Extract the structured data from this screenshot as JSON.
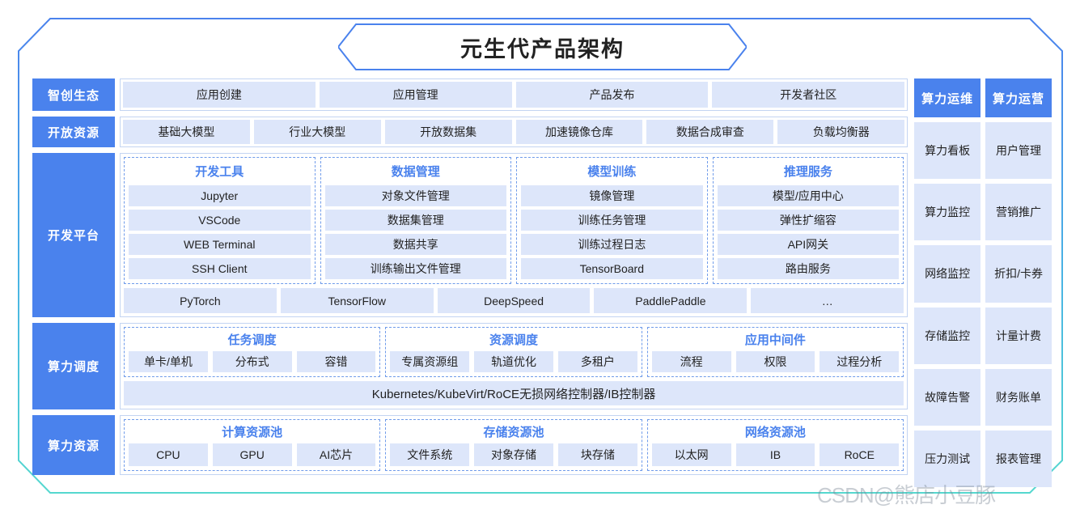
{
  "title": "元生代产品架构",
  "watermark": "CSDN@熊店小豆豚",
  "colors": {
    "accent_blue": "#4a82ed",
    "cell_fill": "#dde6fa",
    "cell_border": "#c3d4f2",
    "frame_top": "#4a82ed",
    "frame_bottom": "#55d8cf"
  },
  "rows": {
    "ecosystem": {
      "label": "智创生态",
      "items": [
        "应用创建",
        "应用管理",
        "产品发布",
        "开发者社区"
      ]
    },
    "open_resource": {
      "label": "开放资源",
      "items": [
        "基础大模型",
        "行业大模型",
        "开放数据集",
        "加速镜像仓库",
        "数据合成审查",
        "负载均衡器"
      ]
    },
    "dev_platform": {
      "label": "开发平台",
      "groups": [
        {
          "title": "开发工具",
          "items": [
            "Jupyter",
            "VSCode",
            "WEB Terminal",
            "SSH Client"
          ]
        },
        {
          "title": "数据管理",
          "items": [
            "对象文件管理",
            "数据集管理",
            "数据共享",
            "训练输出文件管理"
          ]
        },
        {
          "title": "模型训练",
          "items": [
            "镜像管理",
            "训练任务管理",
            "训练过程日志",
            "TensorBoard"
          ]
        },
        {
          "title": "推理服务",
          "items": [
            "模型/应用中心",
            "弹性扩缩容",
            "API网关",
            "路由服务"
          ]
        }
      ],
      "frameworks": [
        "PyTorch",
        "TensorFlow",
        "DeepSpeed",
        "PaddlePaddle",
        "…"
      ]
    },
    "scheduling": {
      "label": "算力调度",
      "groups": [
        {
          "title": "任务调度",
          "items": [
            "单卡/单机",
            "分布式",
            "容错"
          ]
        },
        {
          "title": "资源调度",
          "items": [
            "专属资源组",
            "轨道优化",
            "多租户"
          ]
        },
        {
          "title": "应用中间件",
          "items": [
            "流程",
            "权限",
            "过程分析"
          ]
        }
      ],
      "infra_bar": "Kubernetes/KubeVirt/RoCE无损网络控制器/IB控制器"
    },
    "compute_resource": {
      "label": "算力资源",
      "groups": [
        {
          "title": "计算资源池",
          "items": [
            "CPU",
            "GPU",
            "AI芯片"
          ]
        },
        {
          "title": "存储资源池",
          "items": [
            "文件系统",
            "对象存储",
            "块存储"
          ]
        },
        {
          "title": "网络资源池",
          "items": [
            "以太网",
            "IB",
            "RoCE"
          ]
        }
      ]
    }
  },
  "side_columns": [
    {
      "header": "算力运维",
      "items": [
        "算力看板",
        "算力监控",
        "网络监控",
        "存储监控",
        "故障告警",
        "压力测试"
      ]
    },
    {
      "header": "算力运营",
      "items": [
        "用户管理",
        "营销推广",
        "折扣/卡券",
        "计量计费",
        "财务账单",
        "报表管理"
      ]
    }
  ]
}
